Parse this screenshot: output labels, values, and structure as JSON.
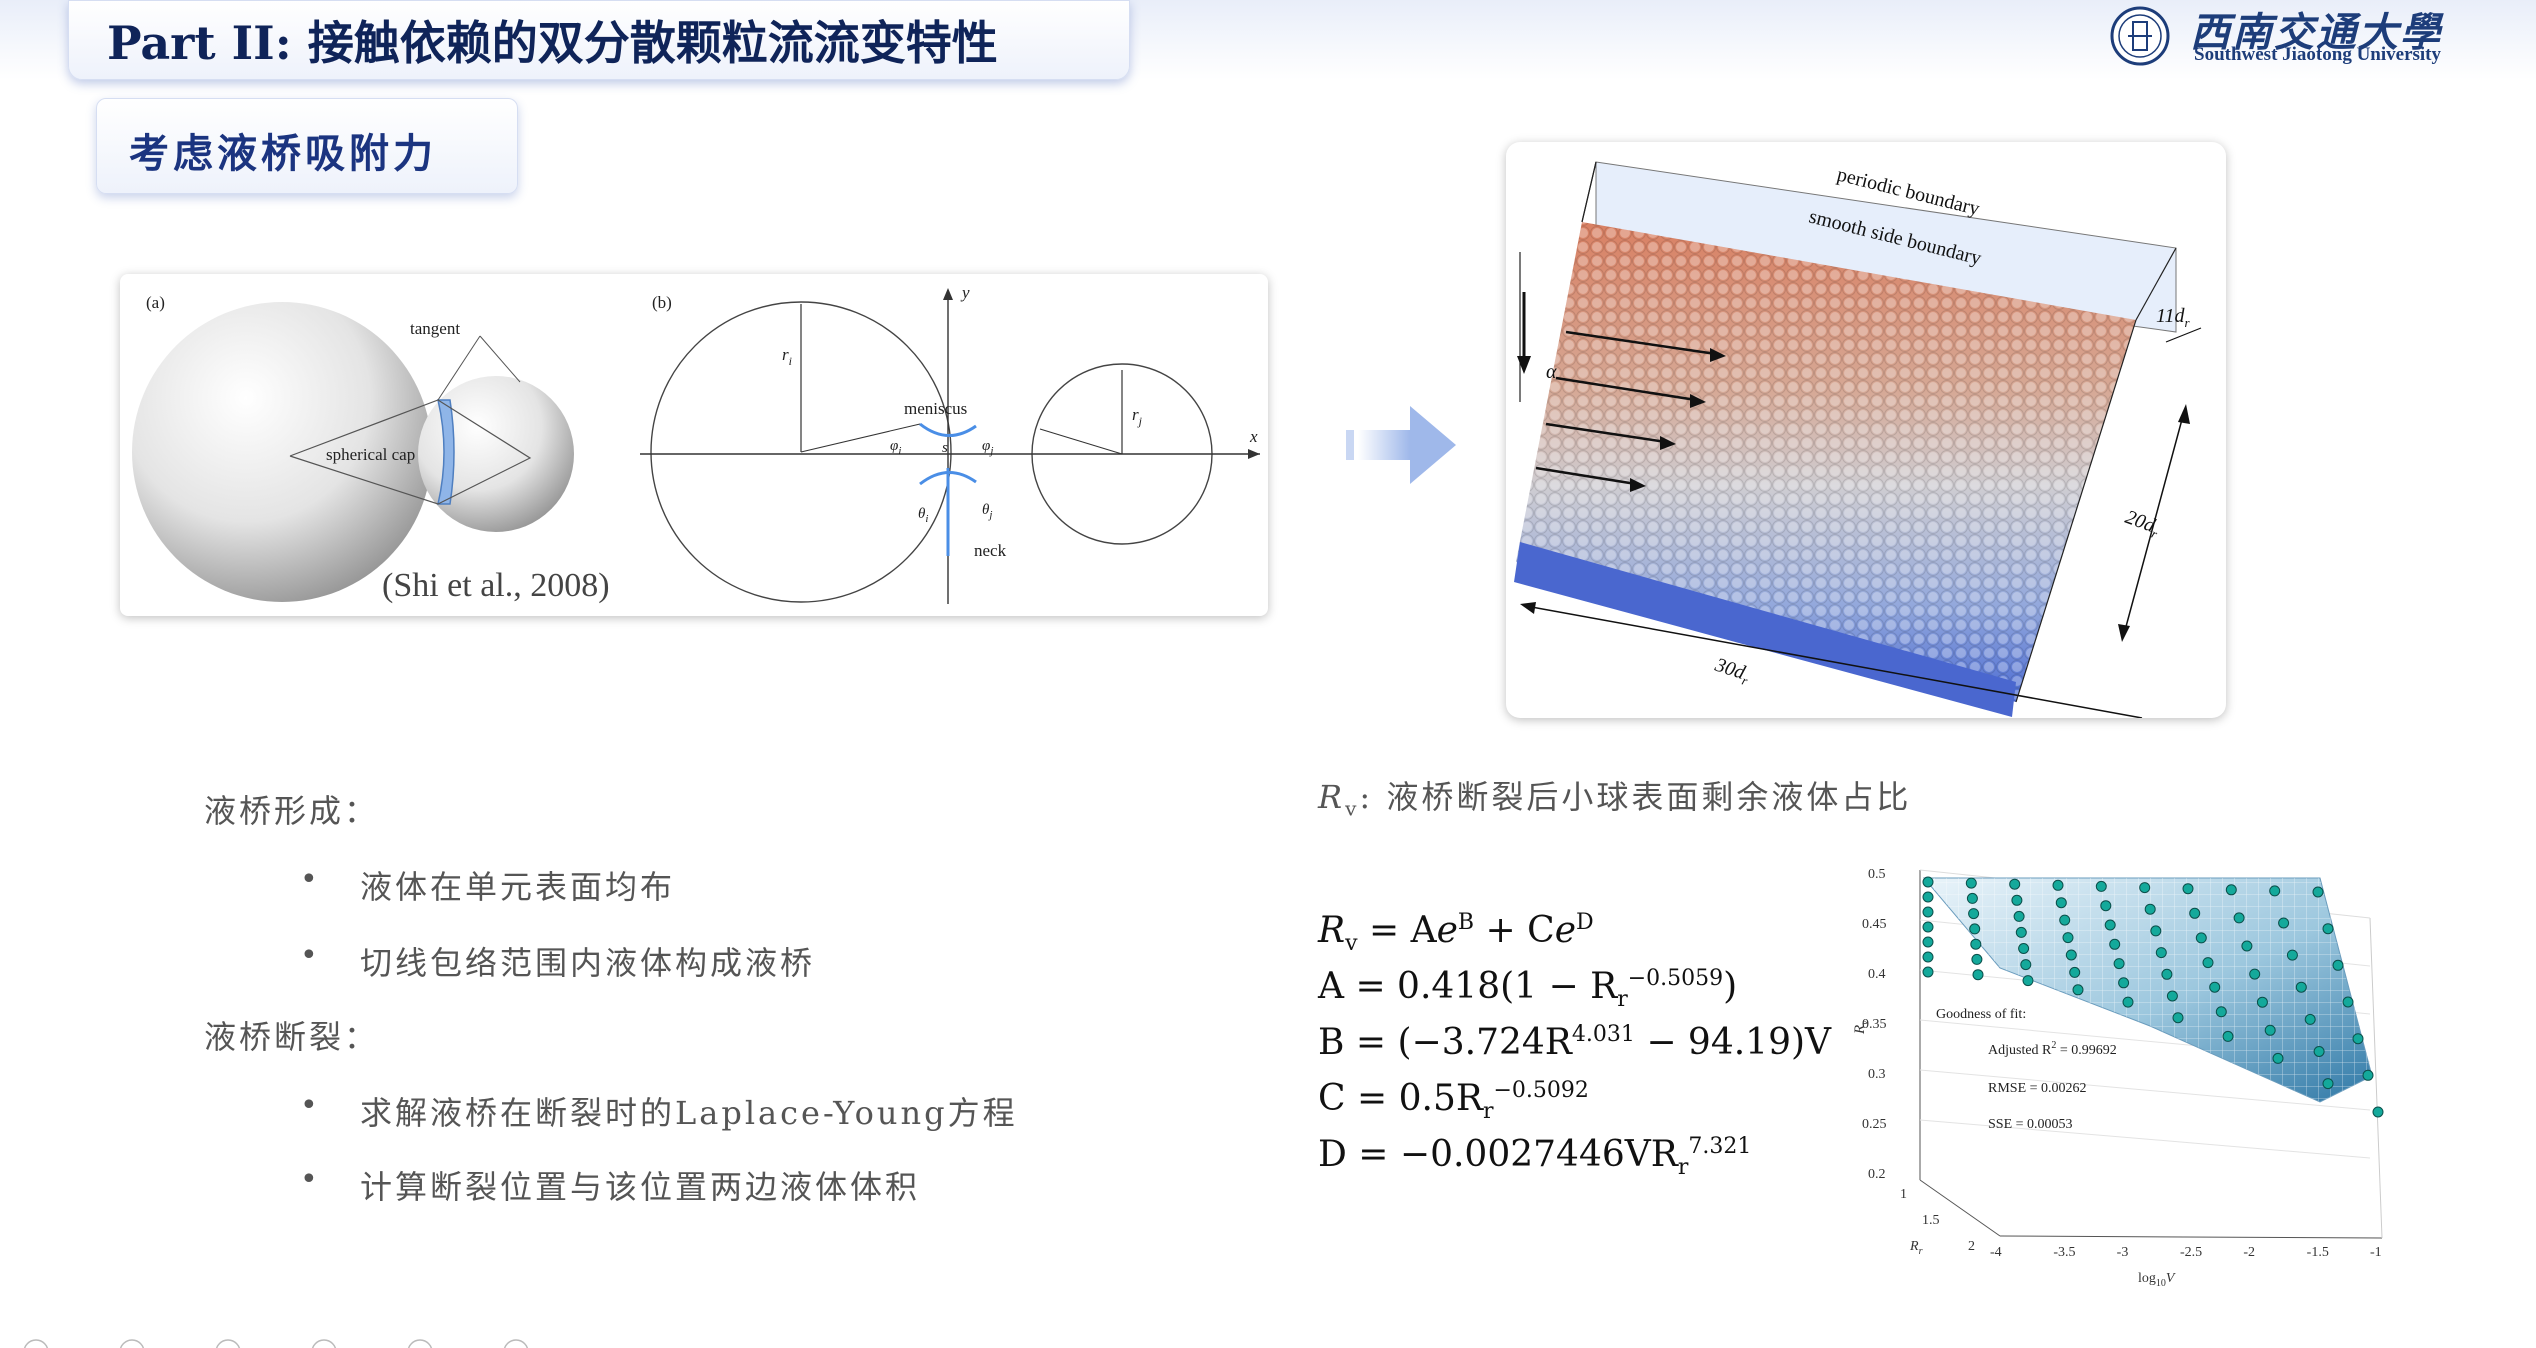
{
  "header": {
    "title": "Part II: 接触依赖的双分散颗粒流流变特性",
    "subtitle": "考虑液桥吸附力",
    "logo_cn": "西南交通大學",
    "logo_en": "Southwest Jiaotong University"
  },
  "figure_a": {
    "panel_a_label": "(a)",
    "panel_b_label": "(b)",
    "tangent": "tangent",
    "spherical_cap": "spherical cap",
    "citation": "(Shi et al., 2008)",
    "y_axis": "y",
    "x_axis": "x",
    "r_i": "r",
    "r_i_sub": "i",
    "r_j": "r",
    "r_j_sub": "j",
    "meniscus": "meniscus",
    "phi_i": "φ",
    "phi_i_sub": "i",
    "phi_j": "φ",
    "phi_j_sub": "j",
    "s": "s",
    "theta_i": "θ",
    "theta_i_sub": "i",
    "theta_j": "θ",
    "theta_j_sub": "j",
    "neck": "neck"
  },
  "figure_b": {
    "periodic": "periodic boundary",
    "smooth": "smooth side boundary",
    "alpha": "α",
    "dim_depth": "11d",
    "dim_depth_sub": "r",
    "dim_height": "20d",
    "dim_height_sub": "r",
    "dim_length": "30d",
    "dim_length_sub": "r"
  },
  "text": {
    "formation_heading": "液桥形成：",
    "formation_items": [
      "液体在单元表面均布",
      "切线包络范围内液体构成液桥"
    ],
    "rupture_heading": "液桥断裂：",
    "rupture_items": [
      "求解液桥在断裂时的Laplace-Young方程",
      "计算断裂位置与该位置两边液体体积"
    ],
    "rv_symbol": "R",
    "rv_sub": "v",
    "rv_desc": ": 液桥断裂后小球表面剩余液体占比"
  },
  "equations": {
    "eq1_lhs": "R",
    "eq1_lhs_sub": "v",
    "eq1_rhs_a": " = A",
    "eq1_e1": "e",
    "eq1_sup1": "B",
    "eq1_mid": " + C",
    "eq1_e2": "e",
    "eq1_sup2": "D",
    "eq2_a": "A = 0.418(1 − R",
    "eq2_sub": "r",
    "eq2_sup": "−0.5059",
    "eq2_end": ")",
    "eq3_a": "B = (−3.724R",
    "eq3_sup": "4.031",
    "eq3_b": " − 94.19)V",
    "eq4_a": "C = 0.5R",
    "eq4_sub": "r",
    "eq4_sup": "−0.5092",
    "eq5_a": "D = −0.0027446VR",
    "eq5_sub": "r",
    "eq5_sup": "7.321"
  },
  "figure_c": {
    "y_ticks": [
      "0.5",
      "0.45",
      "0.4",
      "0.35",
      "0.3",
      "0.25",
      "0.2"
    ],
    "y_label": "R",
    "y_label_sub": "v",
    "fit_title": "Goodness of fit:",
    "fit_r2": "Adjusted R",
    "fit_r2_sup": "2",
    "fit_r2_val": " = 0.99692",
    "fit_rmse": "RMSE = 0.00262",
    "fit_sse": "SSE = 0.00053",
    "rr_ticks": [
      "1",
      "1.5",
      "2"
    ],
    "rr_label": "R",
    "rr_label_sub": "r",
    "x_ticks": [
      "-4",
      "-3.5",
      "-3",
      "-2.5",
      "-2",
      "-1.5",
      "-1"
    ],
    "x_label": "log",
    "x_label_sub": "10",
    "x_label_var": "V"
  },
  "colors": {
    "title": "#0f2459",
    "accent_blue": "#5b8fd6",
    "orange": "#e2805e",
    "blue_particles": "#4a6fd0",
    "teal": "#1aa79b"
  }
}
